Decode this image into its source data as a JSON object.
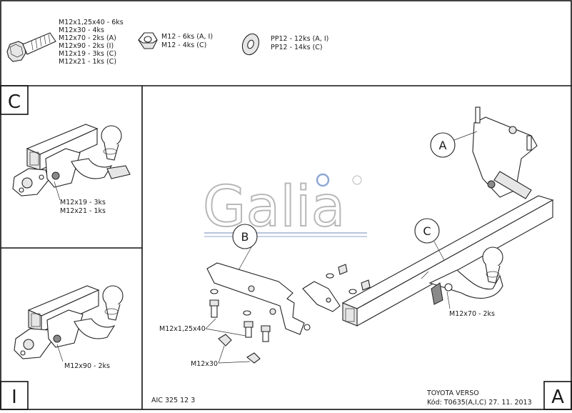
{
  "hardware": {
    "bolt_lines": [
      "M12x1,25x40 - 6ks",
      "M12x30 - 4ks",
      "M12x70 - 2ks (A)",
      "M12x90 - 2ks (I)",
      "M12x19 - 3ks (C)",
      "M12x21 - 1ks (C)"
    ],
    "nut_lines": [
      "M12 - 6ks (A, I)",
      "M12 - 4ks (C)"
    ],
    "washer_lines": [
      "PP12 - 12ks (A, I)",
      "PP12 - 14ks (C)"
    ]
  },
  "panel_c": {
    "letter": "C",
    "bolt_lines": [
      "M12x19 - 3ks",
      "M12x21 - 1ks"
    ]
  },
  "panel_i": {
    "letter": "I",
    "bolt_line": "M12x90 - 2ks"
  },
  "main": {
    "logo": "Galia",
    "callout_a": "A",
    "callout_b": "B",
    "callout_c": "C",
    "label_bolt_40": "M12x1,25x40",
    "label_bolt_30": "M12x30",
    "label_bolt_70": "M12x70 - 2ks"
  },
  "footer": {
    "code": "AIC 325 12 3",
    "vehicle": "TOYOTA VERSO",
    "kod": "Kód: T0635(A,I,C)  27. 11. 2013",
    "variant": "A"
  }
}
